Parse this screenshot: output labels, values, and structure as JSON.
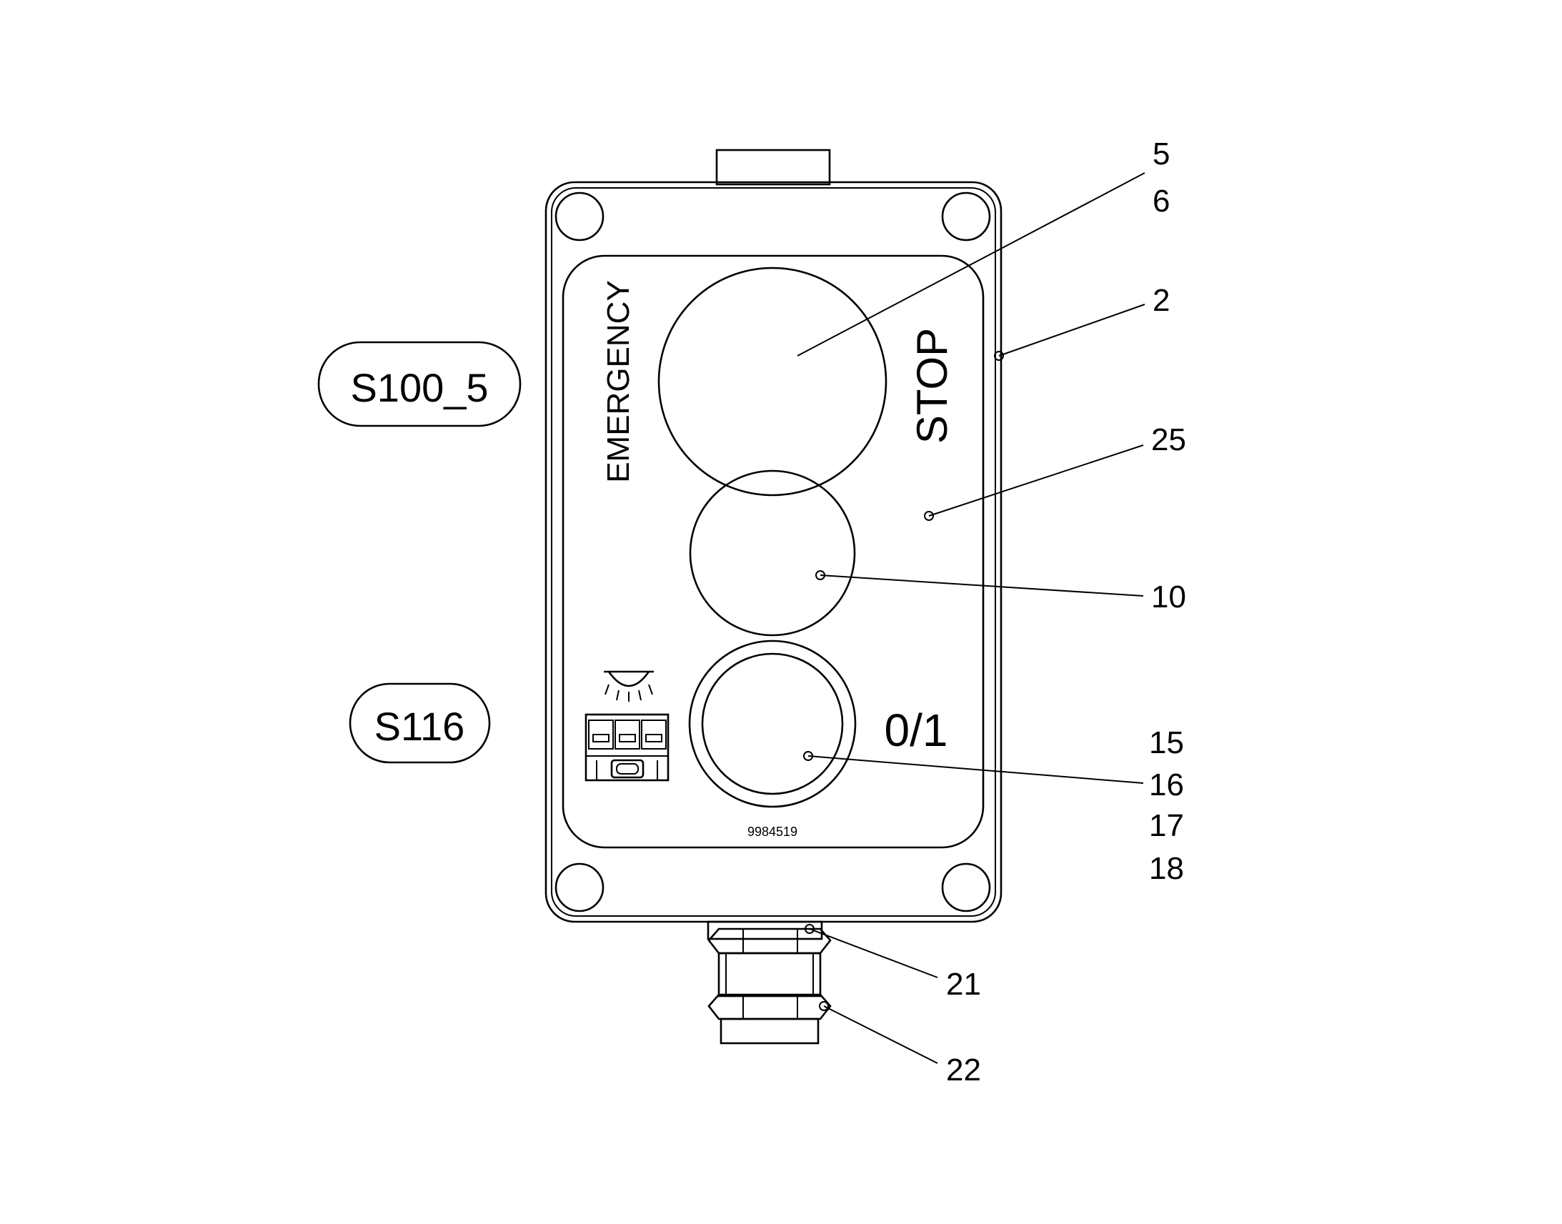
{
  "panel": {
    "emergency_label": "EMERGENCY",
    "stop_label": "STOP",
    "switch_label": "0/1",
    "part_number": "9984519"
  },
  "tags": {
    "emergency_stop": "S100_5",
    "switch": "S116"
  },
  "callouts": {
    "c5": "5",
    "c6": "6",
    "c2": "2",
    "c25": "25",
    "c10": "10",
    "c15": "15",
    "c16": "16",
    "c17": "17",
    "c18": "18",
    "c21": "21",
    "c22": "22"
  },
  "icons": [
    "lamp-icon",
    "relay-block-icon"
  ]
}
